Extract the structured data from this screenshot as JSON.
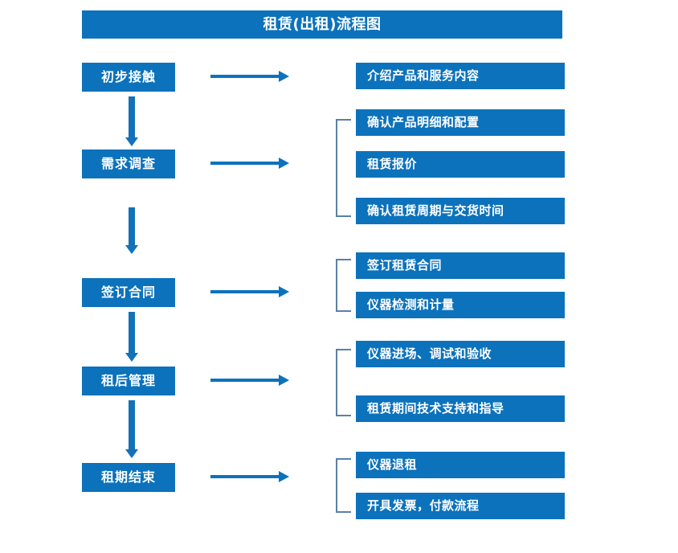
{
  "diagram": {
    "title": "租赁(出租)流程图",
    "accent_color": "#0C72BC",
    "bracket_color": "#5B7FA6",
    "text_color": "#FFFFFF",
    "background_color": "#FFFFFF"
  },
  "stages": [
    {
      "label": "初步接触"
    },
    {
      "label": "需求调查"
    },
    {
      "label": "签订合同"
    },
    {
      "label": "租后管理"
    },
    {
      "label": "租期结束"
    }
  ],
  "details": [
    {
      "label": "介绍产品和服务内容"
    },
    {
      "label": "确认产品明细和配置"
    },
    {
      "label": "租赁报价"
    },
    {
      "label": "确认租赁周期与交货时间"
    },
    {
      "label": "签订租赁合同"
    },
    {
      "label": "仪器检测和计量"
    },
    {
      "label": "仪器进场、调试和验收"
    },
    {
      "label": "租赁期间技术支持和指导"
    },
    {
      "label": "仪器退租"
    },
    {
      "label": "开具发票，付款流程"
    }
  ],
  "icons": {
    "arrow_right": "arrow-right-icon",
    "arrow_down": "arrow-down-icon",
    "bracket": "group-bracket-icon"
  }
}
